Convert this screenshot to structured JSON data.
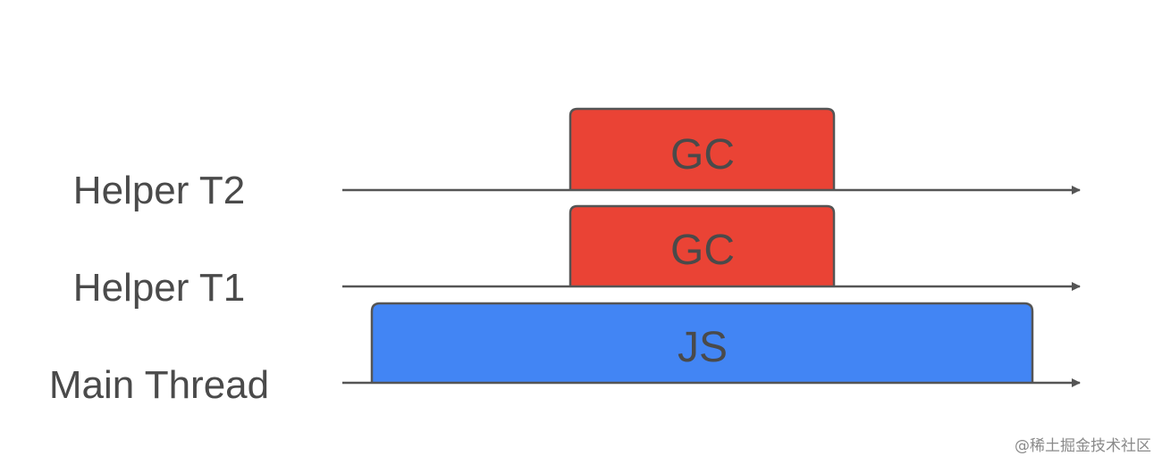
{
  "lanes": [
    {
      "id": "t2",
      "label": "Helper T2"
    },
    {
      "id": "t1",
      "label": "Helper T1"
    },
    {
      "id": "main",
      "label": "Main Thread"
    }
  ],
  "blocks": [
    {
      "id": "gc-t2",
      "lane": "t2",
      "label": "GC",
      "color": "#ea4335"
    },
    {
      "id": "gc-t1",
      "lane": "t1",
      "label": "GC",
      "color": "#ea4335"
    },
    {
      "id": "js-main",
      "lane": "main",
      "label": "JS",
      "color": "#4285f4"
    }
  ],
  "colors": {
    "axis": "#555555",
    "block_border": "#555555",
    "block_text": "#4a4a4a",
    "lane_text": "#4a4a4a"
  },
  "watermark": "@稀土掘金技术社区"
}
